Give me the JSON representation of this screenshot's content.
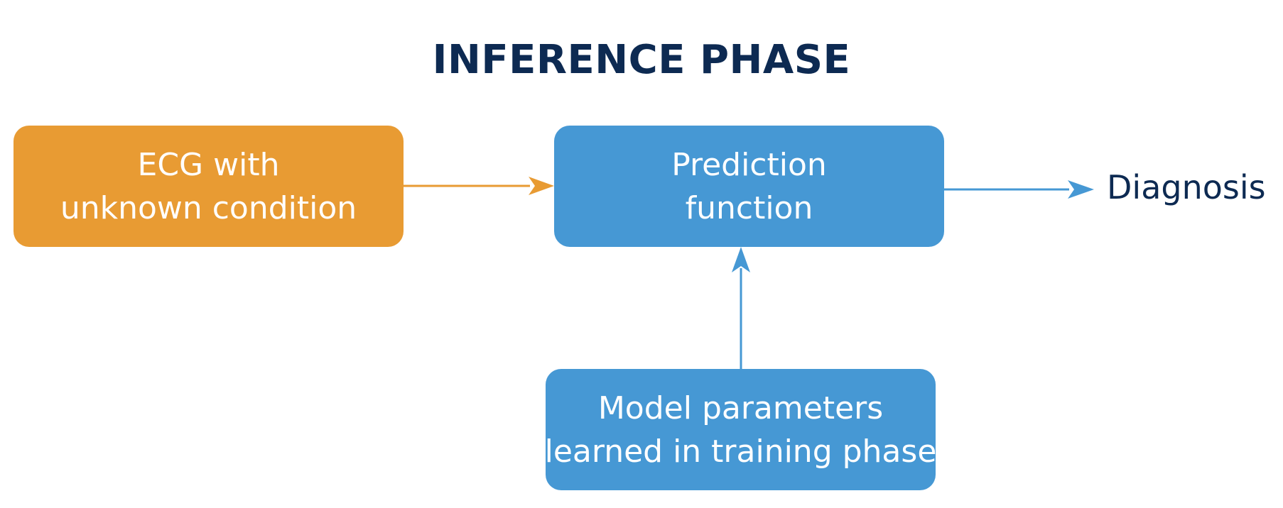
{
  "title": "INFERENCE PHASE",
  "nodes": {
    "ecg": {
      "line1": "ECG with",
      "line2": "unknown condition"
    },
    "prediction": {
      "line1": "Prediction",
      "line2": "function"
    },
    "model": {
      "line1": "Model parameters",
      "line2": "learned in training phase"
    },
    "diagnosis": "Diagnosis"
  },
  "colors": {
    "orange": "#e89b33",
    "blue": "#4698d4",
    "navy": "#0d2a52"
  }
}
